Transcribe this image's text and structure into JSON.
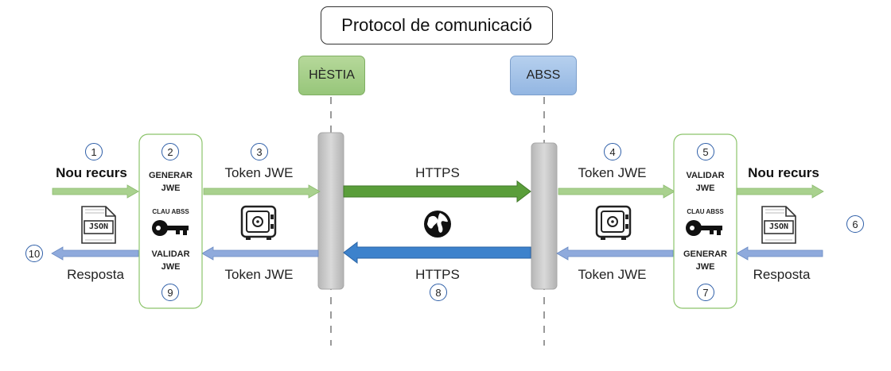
{
  "title": "Protocol de comunicació",
  "actors": {
    "hestia": "HÈSTIA",
    "abss": "ABSS"
  },
  "steps": {
    "s1": "1",
    "s2": "2",
    "s3": "3",
    "s4": "4",
    "s5": "5",
    "s6": "6",
    "s7": "7",
    "s8": "8",
    "s9": "9",
    "s10": "10"
  },
  "left": {
    "nou_recurs": "Nou recurs",
    "resposta": "Resposta",
    "token_top": "Token JWE",
    "token_bottom": "Token JWE",
    "box": {
      "generar": "GENERAR",
      "generar_jwe": "JWE",
      "clau": "CLAU ABSS",
      "validar": "VALIDAR",
      "validar_jwe": "JWE"
    },
    "json": "JSON"
  },
  "center": {
    "https_top": "HTTPS",
    "https_bottom": "HTTPS"
  },
  "right": {
    "nou_recurs": "Nou recurs",
    "resposta": "Resposta",
    "token_top": "Token JWE",
    "token_bottom": "Token JWE",
    "box": {
      "validar": "VALIDAR",
      "validar_jwe": "JWE",
      "clau": "CLAU ABSS",
      "generar": "GENERAR",
      "generar_jwe": "JWE"
    },
    "json": "JSON"
  },
  "colors": {
    "green_arrow": "#a9d18e",
    "blue_arrow": "#8faadc",
    "https_green": "#5a9e3a",
    "https_blue": "#3d82cc",
    "lifeline_bar": "#c6c6c6"
  },
  "icons": [
    "json-file-icon",
    "key-icon",
    "safe-icon",
    "globe-icon"
  ]
}
